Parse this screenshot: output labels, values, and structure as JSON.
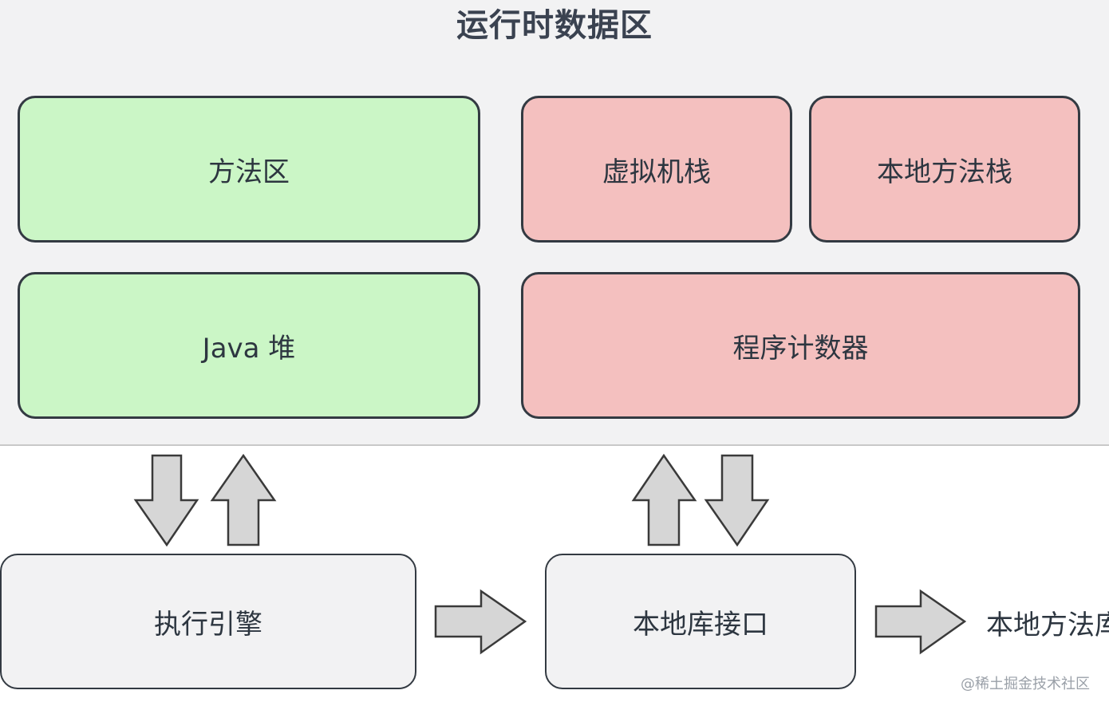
{
  "diagram": {
    "title": "运行时数据区",
    "boxes": {
      "method_area": "方法区",
      "vm_stack": "虚拟机栈",
      "native_method_stack": "本地方法栈",
      "heap": "Java 堆",
      "program_counter": "程序计数器",
      "execution_engine": "执行引擎",
      "native_interface": "本地库接口"
    },
    "native_library": "本地方法库",
    "watermark": "@稀土掘金技术社区"
  }
}
